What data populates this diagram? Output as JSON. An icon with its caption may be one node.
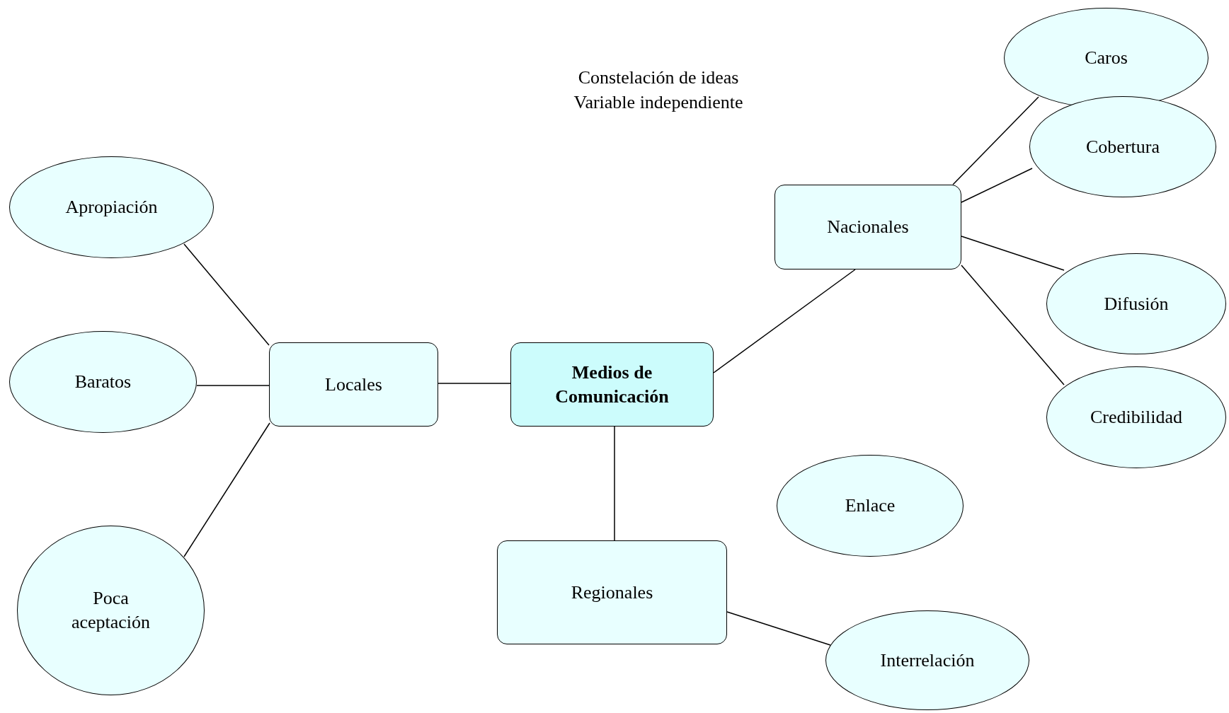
{
  "diagram": {
    "title": "Constelación de ideas Variable independiente",
    "nodes": [
      {
        "text": [
          "Medios de Comunicación"
        ]
      },
      {
        "text": [
          "Locales"
        ]
      },
      {
        "text": [
          "Nacionales"
        ]
      },
      {
        "text": [
          "Regionales"
        ]
      },
      {
        "text": [
          "Apropiación"
        ]
      },
      {
        "text": [
          "Baratos"
        ]
      },
      {
        "text": [
          "Poca aceptación"
        ]
      },
      {
        "text": [
          "Caros"
        ]
      },
      {
        "text": [
          "Cobertura"
        ]
      },
      {
        "text": [
          "Difusión"
        ]
      },
      {
        "text": [
          "Credibilidad"
        ]
      },
      {
        "text": [
          "Enlace"
        ]
      },
      {
        "text": [
          "Interrelación"
        ]
      }
    ],
    "edges": [
      {
        "from": 1,
        "to": 0,
        "arrow": "none"
      },
      {
        "from": 0,
        "to": 2,
        "arrow": "none"
      },
      {
        "from": 0,
        "to": 3,
        "arrow": "none"
      },
      {
        "from": 4,
        "to": 1,
        "arrow": "none"
      },
      {
        "from": 5,
        "to": 1,
        "arrow": "none"
      },
      {
        "from": 6,
        "to": 1,
        "arrow": "none"
      },
      {
        "from": 2,
        "to": 7,
        "arrow": "none"
      },
      {
        "from": 2,
        "to": 8,
        "arrow": "none"
      },
      {
        "from": 2,
        "to": 9,
        "arrow": "none"
      },
      {
        "from": 2,
        "to": 10,
        "arrow": "none"
      },
      {
        "from": 3,
        "to": 12,
        "arrow": "none"
      }
    ]
  }
}
